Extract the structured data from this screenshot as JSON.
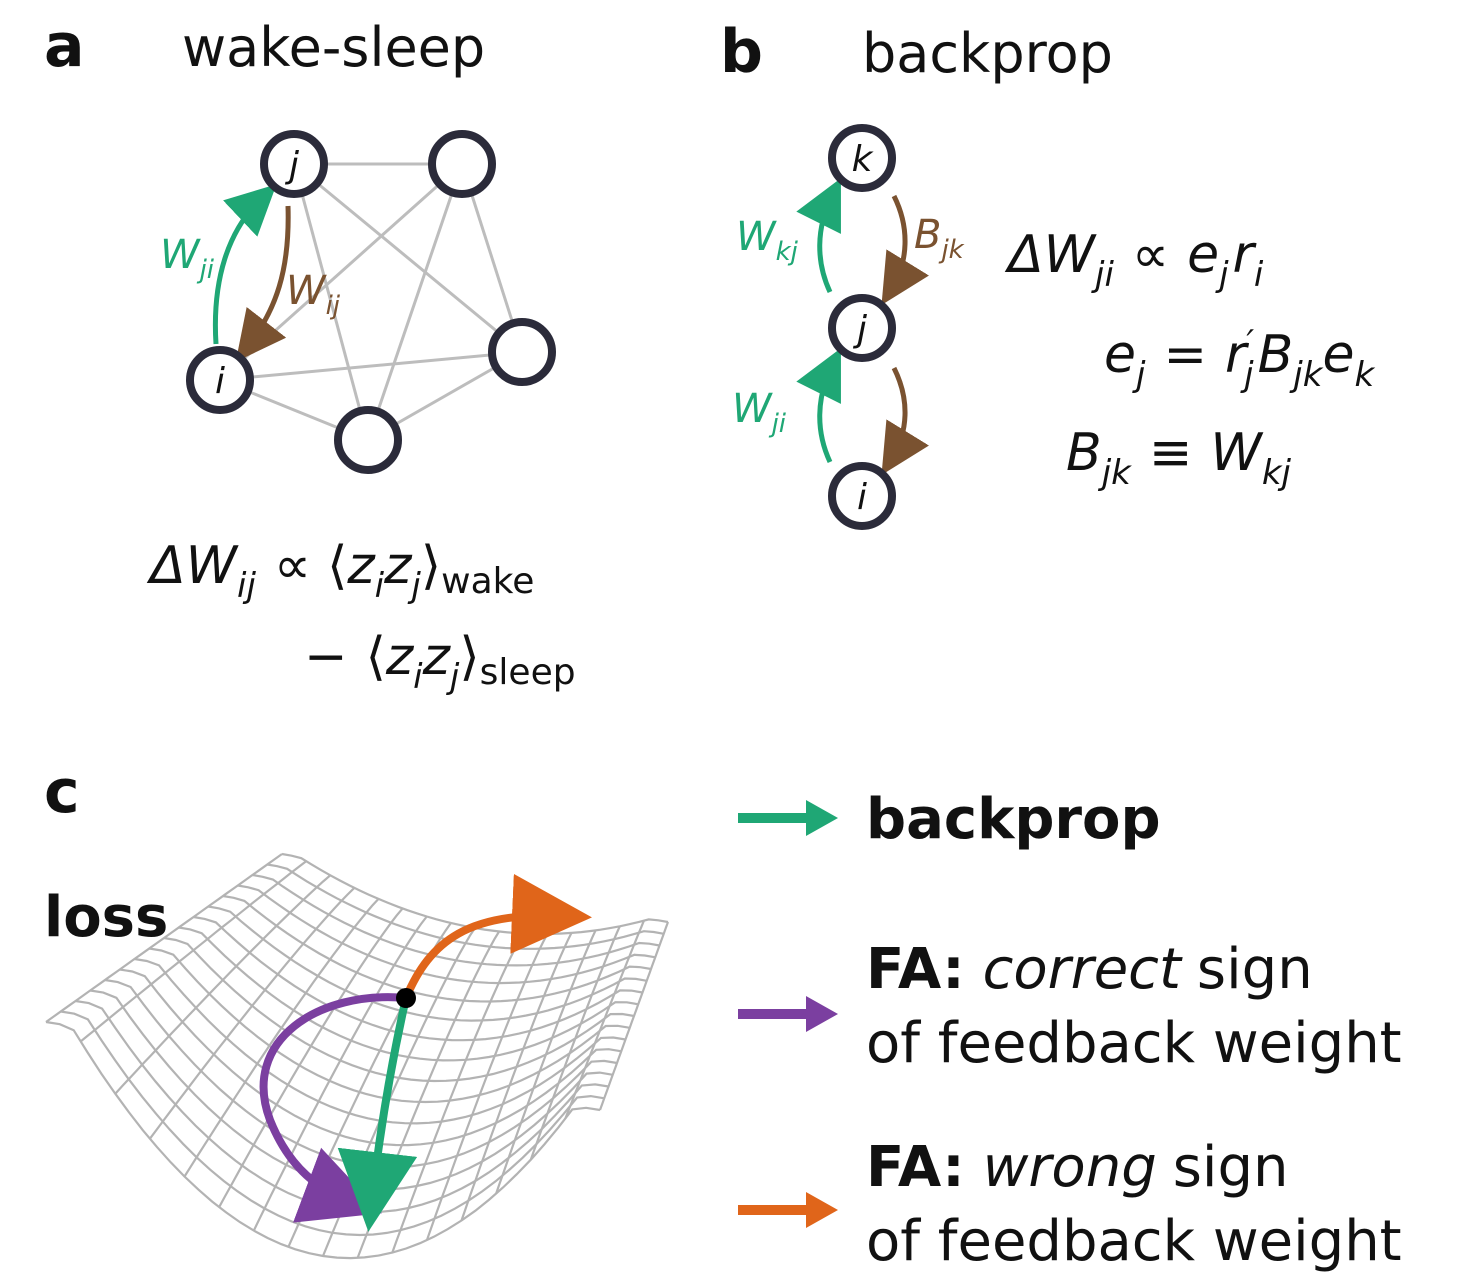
{
  "colors": {
    "green": "#1fa775",
    "brown": "#7a5230",
    "purple": "#7b3fa0",
    "orange": "#e0651a",
    "node_stroke": "#2b2b3a",
    "edge": "#bdbdbd",
    "mesh": "#b3b3b3"
  },
  "panel_a": {
    "letter": "a",
    "title": "wake-sleep",
    "nodes": {
      "j": "j",
      "i": "i"
    },
    "arrow_up": {
      "base": "W",
      "sub": "ji"
    },
    "arrow_down": {
      "base": "W",
      "sub": "ij"
    },
    "equation": {
      "lhs": "ΔW",
      "lhs_sub": "ij",
      "rel": "∝",
      "open": "⟨",
      "zi": "z",
      "zi_sub": "i",
      "zj": "z",
      "zj_sub": "j",
      "close": "⟩",
      "wake": "wake",
      "minus": "−",
      "sleep": "sleep"
    }
  },
  "panel_b": {
    "letter": "b",
    "title": "backprop",
    "nodes": {
      "k": "k",
      "j": "j",
      "i": "i"
    },
    "arrow_kj": {
      "base": "W",
      "sub": "kj"
    },
    "arrow_jk": {
      "base": "B",
      "sub": "jk"
    },
    "arrow_ji": {
      "base": "W",
      "sub": "ji"
    },
    "eq1": {
      "lhs": "ΔW",
      "lhs_sub": "ji",
      "rel": "∝",
      "e": "e",
      "e_sub": "j",
      "r": "r",
      "r_sub": "i"
    },
    "eq2": {
      "lhs": "e",
      "lhs_sub": "j",
      "rel": "=",
      "r": "r",
      "r_sup": "′",
      "r_sub": "j",
      "B": "B",
      "B_sub": "jk",
      "e": "e",
      "e_sub": "k"
    },
    "eq3": {
      "lhs": "B",
      "lhs_sub": "jk",
      "rel": "≡",
      "rhs": "W",
      "rhs_sub": "kj"
    }
  },
  "panel_c": {
    "letter": "c",
    "surface_label": "loss",
    "legend": [
      {
        "color": "#1fa775",
        "bold": "backprop",
        "italic": "",
        "rest": "",
        "line2": ""
      },
      {
        "color": "#7b3fa0",
        "bold": "FA:",
        "italic": "correct",
        "rest": "sign",
        "line2": "of feedback weight"
      },
      {
        "color": "#e0651a",
        "bold": "FA:",
        "italic": "wrong",
        "rest": "sign",
        "line2": "of feedback weight"
      }
    ]
  }
}
